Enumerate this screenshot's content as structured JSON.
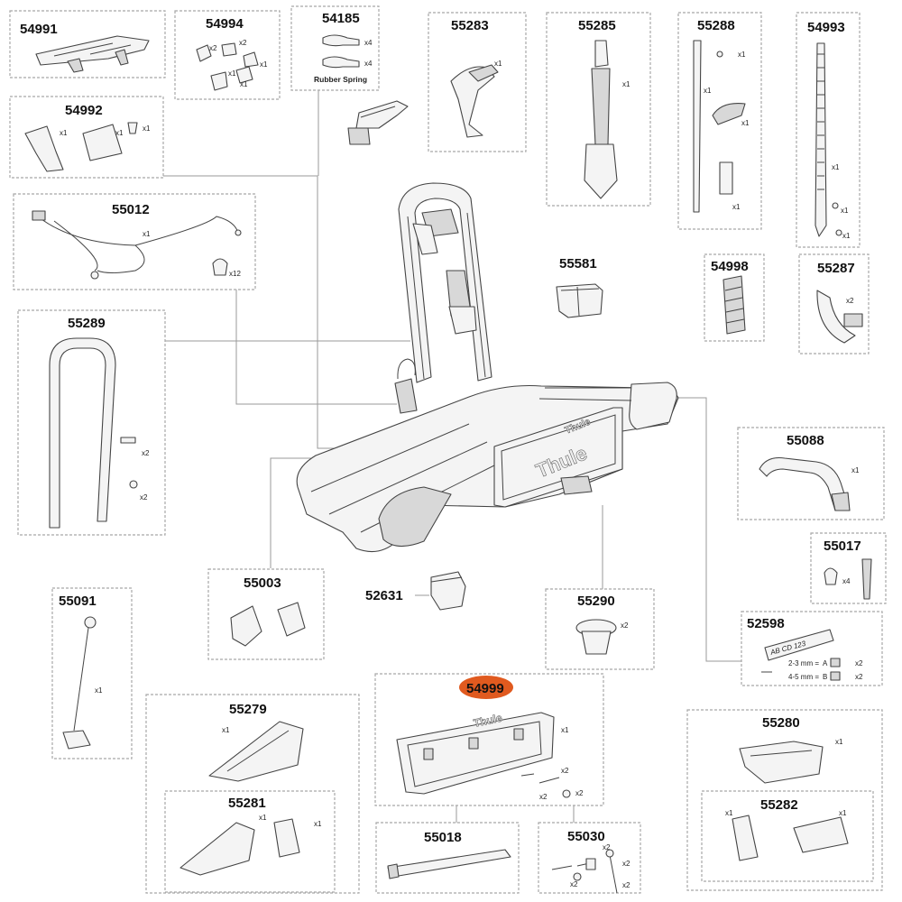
{
  "parts": [
    {
      "id": "54991",
      "qty": []
    },
    {
      "id": "54994",
      "qty": [
        "x2",
        "x2",
        "x1",
        "x1",
        "x1"
      ]
    },
    {
      "id": "54185",
      "qty": [
        "x4",
        "x4"
      ],
      "caption": "Rubber Spring"
    },
    {
      "id": "55283",
      "qty": [
        "x1"
      ]
    },
    {
      "id": "55285",
      "qty": [
        "x1"
      ]
    },
    {
      "id": "55288",
      "qty": [
        "x1",
        "x1",
        "x1",
        "x1"
      ]
    },
    {
      "id": "54993",
      "qty": [
        "x1",
        "x1",
        "x1"
      ]
    },
    {
      "id": "54992",
      "qty": [
        "x1",
        "x1",
        "x1"
      ]
    },
    {
      "id": "55012",
      "qty": [
        "x1",
        "x12"
      ]
    },
    {
      "id": "55581",
      "qty": []
    },
    {
      "id": "54998",
      "qty": []
    },
    {
      "id": "55287",
      "qty": [
        "x2"
      ]
    },
    {
      "id": "55289",
      "qty": [
        "x2",
        "x2"
      ]
    },
    {
      "id": "55088",
      "qty": [
        "x1"
      ]
    },
    {
      "id": "55017",
      "qty": [
        "x4"
      ]
    },
    {
      "id": "55003",
      "qty": []
    },
    {
      "id": "52631",
      "qty": []
    },
    {
      "id": "55290",
      "qty": [
        "x2"
      ]
    },
    {
      "id": "52598",
      "qty": [
        "x2",
        "x2"
      ],
      "plate_text": "AB CD 123",
      "spec_a": "2-3 mm =",
      "spec_a_letter": "A",
      "spec_b": "4-5 mm =",
      "spec_b_letter": "B"
    },
    {
      "id": "55091",
      "qty": [
        "x1"
      ]
    },
    {
      "id": "55279",
      "qty": [
        "x1"
      ]
    },
    {
      "id": "55281",
      "qty": [
        "x1",
        "x1"
      ]
    },
    {
      "id": "54999",
      "qty": [
        "x1",
        "x2",
        "x2",
        "x2"
      ],
      "highlighted": true
    },
    {
      "id": "55280",
      "qty": [
        "x1"
      ]
    },
    {
      "id": "55282",
      "qty": [
        "x1",
        "x1"
      ]
    },
    {
      "id": "55018",
      "qty": []
    },
    {
      "id": "55030",
      "qty": [
        "x2",
        "x2",
        "x2",
        "x2"
      ]
    }
  ],
  "brand": "Thule",
  "highlight_color": "#e05a1f"
}
